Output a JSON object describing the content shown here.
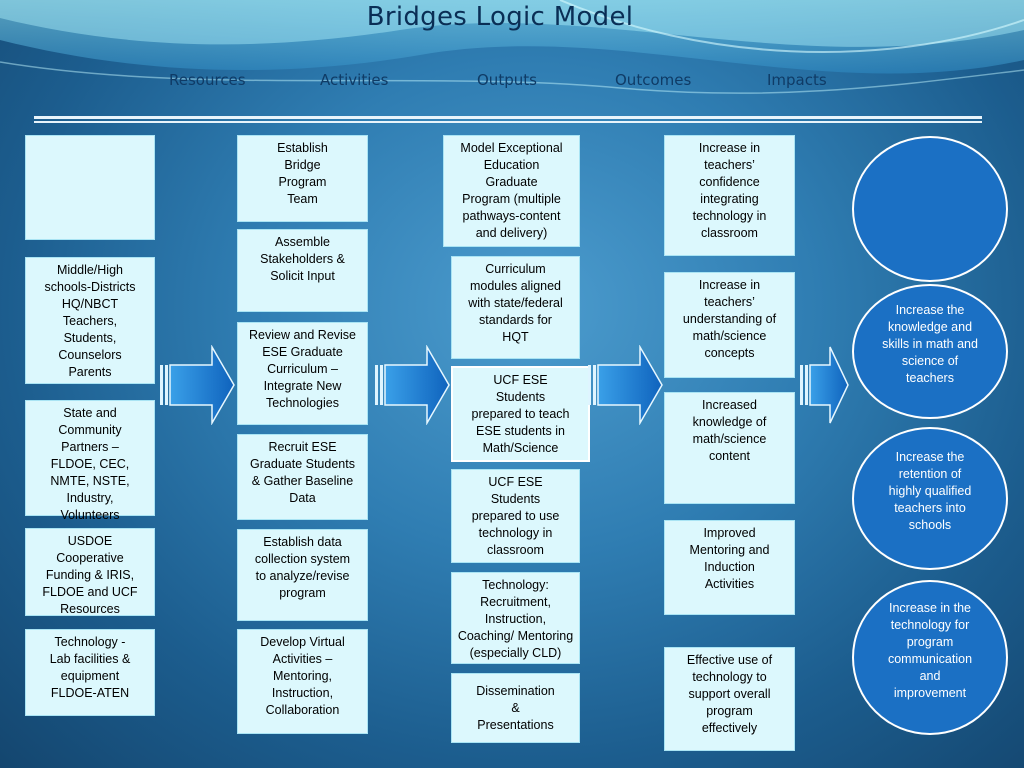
{
  "title": "Bridges Logic Model",
  "headers": [
    "Resources",
    "Activities",
    "Outputs",
    "Outcomes",
    "Impacts"
  ],
  "resources": [
    "",
    "Middle/High\nschools-Districts\nHQ/NBCT\nTeachers,\nStudents,\nCounselors\nParents",
    "State and\nCommunity\nPartners –\nFLDOE, CEC,\nNMTE, NSTE,\nIndustry,\nVolunteers",
    "USDOE\nCooperative\nFunding & IRIS,\nFLDOE and UCF\nResources",
    "Technology -\nLab facilities &\nequipment\nFLDOE-ATEN"
  ],
  "activities": [
    "Establish\nBridge\nProgram\nTeam",
    "Assemble\nStakeholders &\nSolicit Input",
    "Review and Revise\nESE Graduate\nCurriculum –\nIntegrate New\nTechnologies",
    "Recruit ESE\nGraduate Students\n& Gather Baseline\nData",
    "Establish data\ncollection system\nto analyze/revise\nprogram",
    "Develop Virtual\nActivities –\nMentoring,\nInstruction,\nCollaboration"
  ],
  "outputs": [
    "Model Exceptional\nEducation\nGraduate\nProgram (multiple\npathways-content\nand delivery)",
    "Curriculum\nmodules aligned\nwith state/federal\nstandards for\nHQT",
    "UCF ESE\nStudents\nprepared to teach\nESE students in\nMath/Science",
    "UCF ESE\nStudents\nprepared to use\ntechnology in\nclassroom",
    "Technology:\nRecruitment,\nInstruction,\nCoaching/ Mentoring\n(especially CLD)",
    "Dissemination\n&\nPresentations"
  ],
  "outcomes": [
    "Increase in\nteachers’\nconfidence\nintegrating\ntechnology in\nclassroom",
    "Increase in\nteachers’\nunderstanding of\nmath/science\nconcepts",
    "Increased\nknowledge of\nmath/science\ncontent",
    "Improved\nMentoring and\nInduction\nActivities",
    "Effective use of\ntechnology to\nsupport overall\nprogram\neffectively"
  ],
  "impacts": [
    "",
    "Increase the\nknowledge and\nskills in math and\nscience of\nteachers",
    "Increase the\nretention of\nhighly qualified\nteachers into\nschools",
    "Increase in the\ntechnology for\nprogram\ncommunication\nand\nimprovement"
  ],
  "colors": {
    "box_fill": "#dcf8fd",
    "circle_fill": "#1b70c4",
    "title_text": "#0a2e55",
    "arrow_fill": "#1f7fd6"
  }
}
